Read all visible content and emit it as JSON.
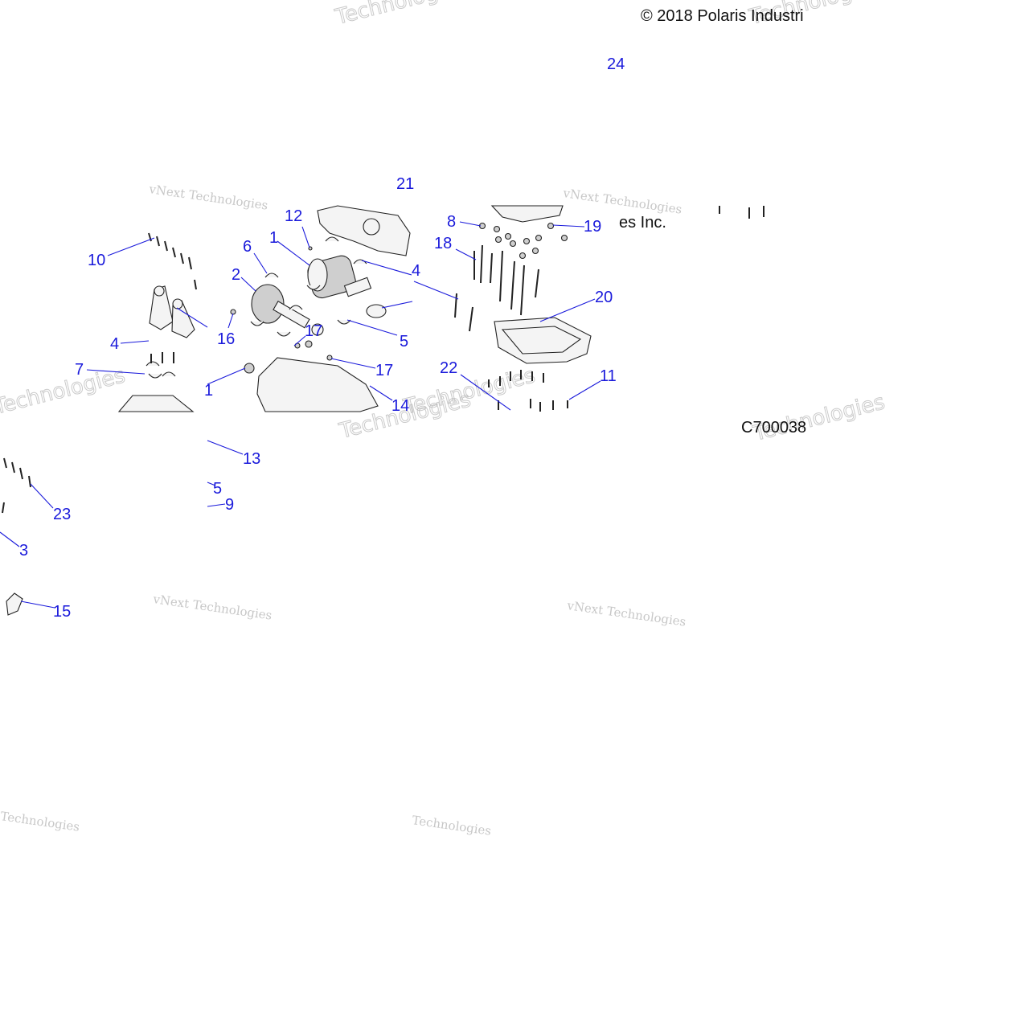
{
  "copyright": "© 2018 Polaris Industries Inc.",
  "copyright_line1": "© 2018 Polaris Industri",
  "copyright_line2": "es Inc.",
  "diagram_code": "C700038",
  "watermark": {
    "line1": "vNext Technologies",
    "word1": "vNext",
    "word2": "Technologies"
  },
  "callouts": [
    {
      "id": "c1",
      "label": "1"
    },
    {
      "id": "c2",
      "label": "2"
    },
    {
      "id": "c3",
      "label": "3"
    },
    {
      "id": "c4a",
      "label": "4"
    },
    {
      "id": "c4b",
      "label": "4"
    },
    {
      "id": "c5a",
      "label": "5"
    },
    {
      "id": "c5b",
      "label": "5"
    },
    {
      "id": "c6",
      "label": "6"
    },
    {
      "id": "c7",
      "label": "7"
    },
    {
      "id": "c8",
      "label": "8"
    },
    {
      "id": "c9",
      "label": "9"
    },
    {
      "id": "c10",
      "label": "10"
    },
    {
      "id": "c11",
      "label": "11"
    },
    {
      "id": "c12",
      "label": "12"
    },
    {
      "id": "c13",
      "label": "13"
    },
    {
      "id": "c14",
      "label": "14"
    },
    {
      "id": "c15",
      "label": "15"
    },
    {
      "id": "c16",
      "label": "16"
    },
    {
      "id": "c17a",
      "label": "17"
    },
    {
      "id": "c17b",
      "label": "17"
    },
    {
      "id": "c18",
      "label": "18"
    },
    {
      "id": "c19",
      "label": "19"
    },
    {
      "id": "c20",
      "label": "20"
    },
    {
      "id": "c21",
      "label": "21"
    },
    {
      "id": "c22",
      "label": "22"
    },
    {
      "id": "c23",
      "label": "23"
    },
    {
      "id": "c24",
      "label": "24"
    },
    {
      "id": "c1b",
      "label": "1"
    }
  ]
}
